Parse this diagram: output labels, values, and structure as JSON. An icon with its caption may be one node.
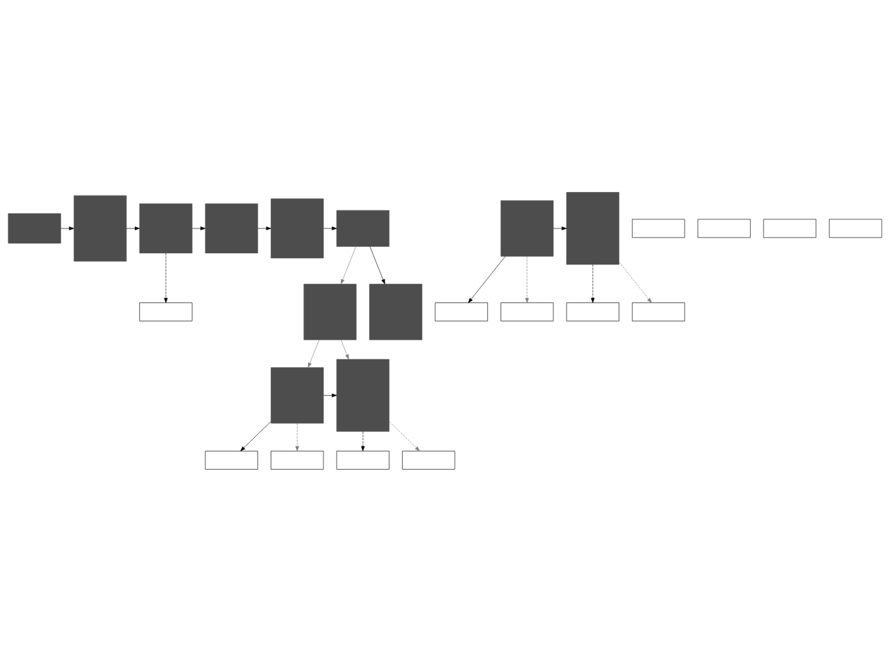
{
  "diagram": {
    "nodes": [
      {
        "text": [],
        "shape": "box"
      },
      {
        "text": [],
        "shape": "box"
      },
      {
        "text": [],
        "shape": "box"
      },
      {
        "text": [],
        "shape": "box"
      },
      {
        "text": [],
        "shape": "box"
      },
      {
        "text": [],
        "shape": "box"
      },
      {
        "text": [],
        "shape": "box"
      },
      {
        "text": [],
        "shape": "box"
      },
      {
        "text": [],
        "shape": "box"
      },
      {
        "text": [],
        "shape": "box"
      },
      {
        "text": [],
        "shape": "box"
      },
      {
        "text": [],
        "shape": "box"
      },
      {
        "text": [],
        "shape": "box"
      },
      {
        "text": [],
        "shape": "box"
      },
      {
        "text": [],
        "shape": "box"
      },
      {
        "text": [],
        "shape": "box"
      },
      {
        "text": [],
        "shape": "box"
      },
      {
        "text": [],
        "shape": "box"
      },
      {
        "text": [],
        "shape": "box"
      },
      {
        "text": [],
        "shape": "box"
      },
      {
        "text": [],
        "shape": "box"
      },
      {
        "text": [],
        "shape": "box"
      },
      {
        "text": [],
        "shape": "box"
      },
      {
        "text": [],
        "shape": "box"
      },
      {
        "text": [],
        "shape": "box"
      }
    ],
    "edges": [
      {
        "from": 0,
        "to": 1,
        "arrow": "to"
      },
      {
        "from": 1,
        "to": 2,
        "arrow": "to"
      },
      {
        "from": 2,
        "to": 3,
        "arrow": "to"
      },
      {
        "from": 3,
        "to": 4,
        "arrow": "to"
      },
      {
        "from": 4,
        "to": 5,
        "arrow": "to"
      },
      {
        "from": 2,
        "to": 6,
        "arrow": "to",
        "style": "dashed"
      },
      {
        "from": 5,
        "to": 7,
        "arrow": "to"
      },
      {
        "from": 5,
        "to": 8,
        "arrow": "to",
        "color": "#808080"
      },
      {
        "from": 8,
        "to": 18,
        "arrow": "to",
        "color": "#808080"
      },
      {
        "from": 8,
        "to": 19,
        "arrow": "to",
        "color": "#808080"
      },
      {
        "from": 10,
        "to": 9,
        "arrow": "to"
      },
      {
        "from": 10,
        "to": 11,
        "arrow": "to"
      },
      {
        "from": 9,
        "to": 16,
        "arrow": "to",
        "style": "dashed"
      },
      {
        "from": 9,
        "to": 17,
        "arrow": "to",
        "style": "dashed",
        "color": "#808080"
      },
      {
        "from": 10,
        "to": 15,
        "arrow": "to",
        "style": "dashed",
        "color": "#808080"
      },
      {
        "from": 19,
        "to": 18,
        "arrow": "to"
      },
      {
        "from": 19,
        "to": 20,
        "arrow": "to"
      },
      {
        "from": 18,
        "to": 23,
        "arrow": "to",
        "style": "dashed"
      },
      {
        "from": 18,
        "to": 24,
        "arrow": "to",
        "style": "dashed",
        "color": "#808080"
      },
      {
        "from": 19,
        "to": 22,
        "arrow": "to",
        "style": "dashed",
        "color": "#808080"
      }
    ]
  }
}
